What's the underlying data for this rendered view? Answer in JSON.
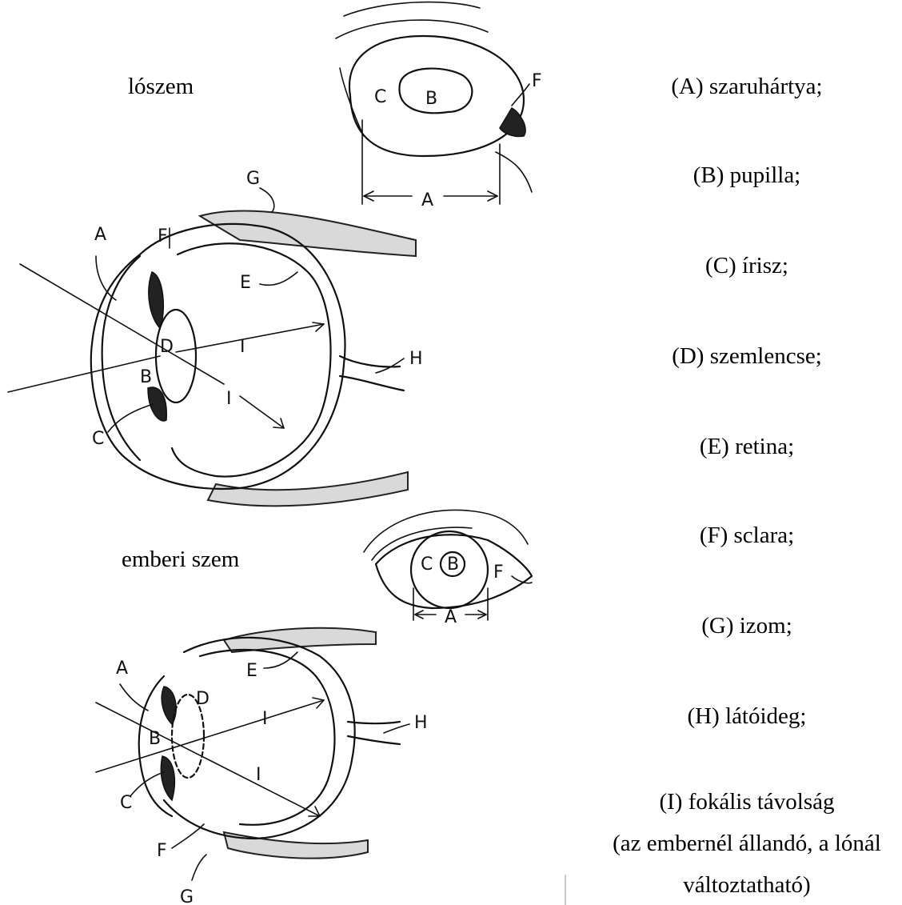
{
  "titles": {
    "horse": "lószem",
    "human": "emberi szem"
  },
  "legend": [
    {
      "text": "(A) szaruhártya;"
    },
    {
      "text": "(B) pupilla;"
    },
    {
      "text": "(C) írisz;"
    },
    {
      "text": "(D) szemlencse;"
    },
    {
      "text": "(E) retina;"
    },
    {
      "text": "(F) sclara;"
    },
    {
      "text": "(G) izom;"
    },
    {
      "text": "(H) látóideg;"
    },
    {
      "text": "(I) fokális távolság"
    },
    {
      "text": "(az embernél állandó, a lónál"
    },
    {
      "text": "változtatható)"
    }
  ],
  "labels": {
    "A": "A",
    "B": "B",
    "C": "C",
    "D": "D",
    "E": "E",
    "F": "F",
    "G": "G",
    "H": "H",
    "I": "I"
  }
}
